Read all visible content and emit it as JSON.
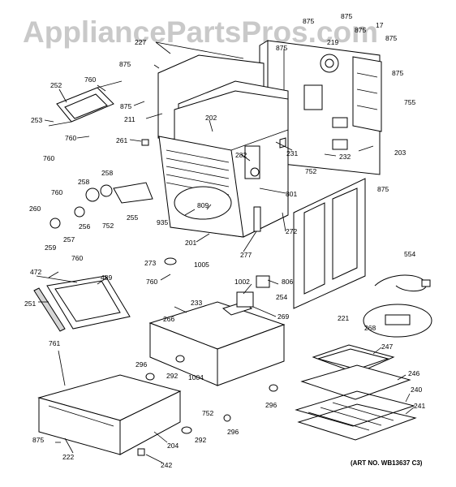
{
  "watermark": "AppliancePartsPros.com",
  "art_number": "(ART NO. WB13637 C3)",
  "part_labels": [
    "875",
    "875",
    "875",
    "219",
    "227",
    "875",
    "875",
    "17",
    "875",
    "760",
    "252",
    "875",
    "211",
    "875",
    "755",
    "253",
    "202",
    "760",
    "760",
    "261",
    "231",
    "232",
    "203",
    "282",
    "752",
    "258",
    "258",
    "801",
    "760",
    "875",
    "935",
    "809",
    "260",
    "256",
    "752",
    "255",
    "257",
    "259",
    "201",
    "272",
    "277",
    "1005",
    "472",
    "760",
    "273",
    "554",
    "760",
    "1002",
    "489",
    "806",
    "233",
    "254",
    "251",
    "269",
    "266",
    "221",
    "268",
    "761",
    "247",
    "296",
    "292",
    "1004",
    "246",
    "296",
    "240",
    "752",
    "241",
    "292",
    "296",
    "875",
    "204",
    "222",
    "242"
  ]
}
